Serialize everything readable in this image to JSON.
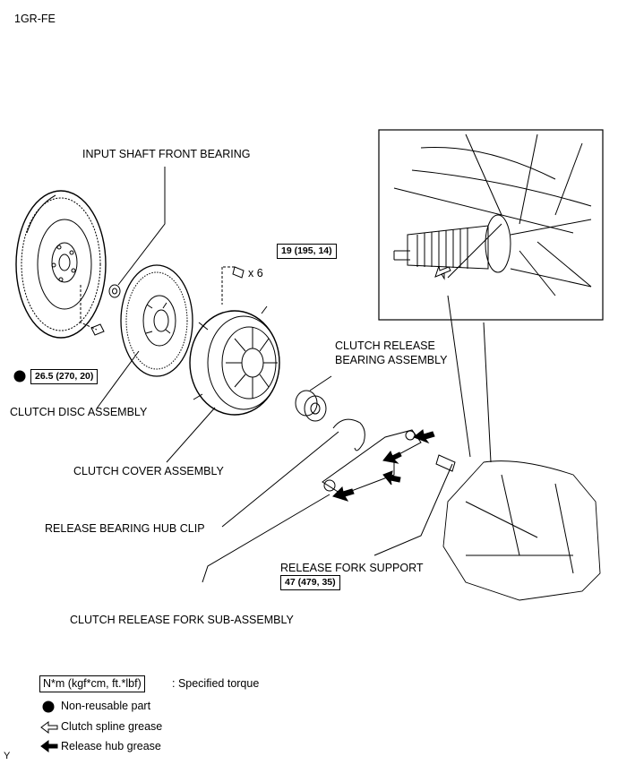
{
  "engine_code": "1GR-FE",
  "corner_mark": "Y",
  "labels": {
    "input_shaft_front_bearing": "INPUT SHAFT FRONT BEARING",
    "clutch_release_bearing_line1": "CLUTCH RELEASE",
    "clutch_release_bearing_line2": "BEARING ASSEMBLY",
    "clutch_disc_assembly": "CLUTCH DISC ASSEMBLY",
    "clutch_cover_assembly": "CLUTCH COVER ASSEMBLY",
    "release_bearing_hub_clip": "RELEASE BEARING HUB CLIP",
    "release_fork_support": "RELEASE FORK SUPPORT",
    "clutch_release_fork": "CLUTCH RELEASE FORK SUB-ASSEMBLY"
  },
  "torques": {
    "cover_bolts": "19 (195, 14)",
    "cover_bolts_qty": "x 6",
    "flywheel_bolt": "26.5 (270, 20)",
    "fork_support": "47 (479, 35)"
  },
  "legend": {
    "torque_unit": "N*m (kgf*cm, ft.*lbf)",
    "torque_desc": ": Specified torque",
    "non_reusable": "Non-reusable part",
    "spline_grease": "Clutch spline grease",
    "hub_grease": "Release hub grease"
  }
}
